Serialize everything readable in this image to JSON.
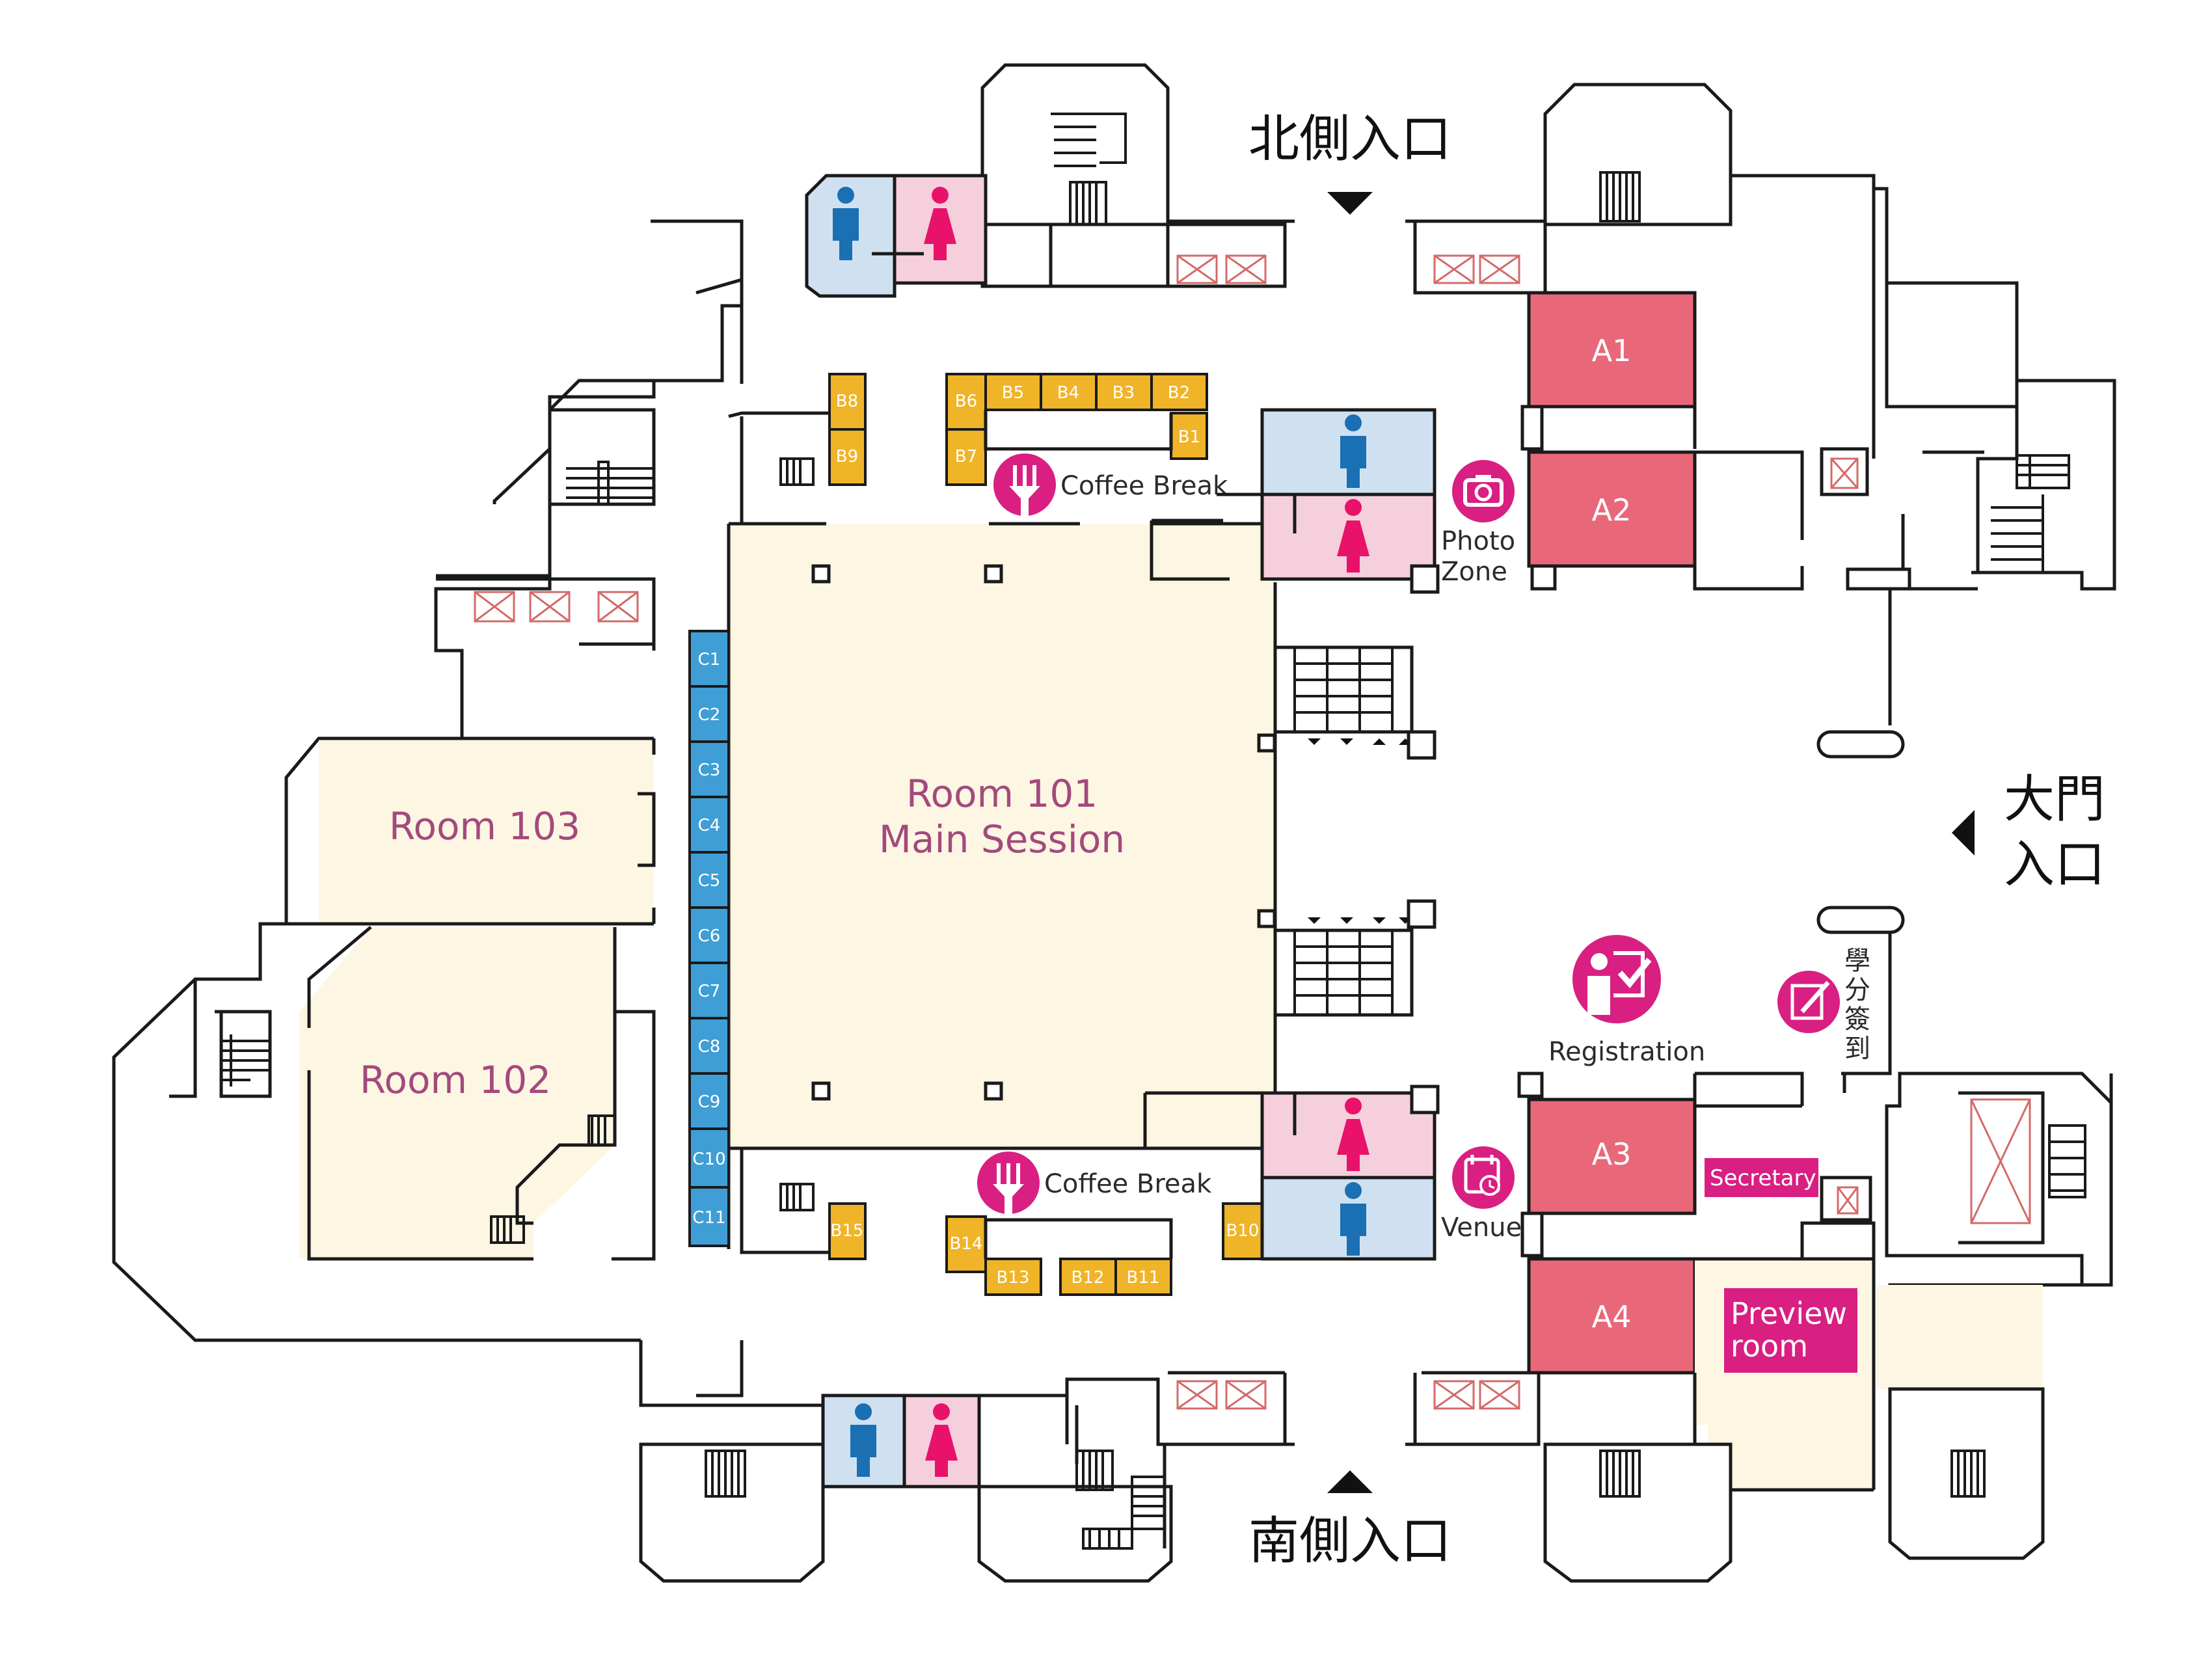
{
  "entrances": {
    "north": "北側入口",
    "south": "南側入口",
    "main_line1": "大門",
    "main_line2": "入口"
  },
  "rooms": {
    "room101_line1": "Room 101",
    "room101_line2": "Main Session",
    "room102": "Room 102",
    "room103": "Room 103",
    "a1": "A1",
    "a2": "A2",
    "a3": "A3",
    "a4": "A4",
    "preview_line1": "Preview",
    "preview_line2": "room",
    "secretary": "Secretary"
  },
  "facilities": {
    "coffee_break_top": "Coffee Break",
    "coffee_break_bottom": "Coffee Break",
    "photo_line1": "Photo",
    "photo_line2": "Zone",
    "venue": "Venue",
    "registration": "Registration",
    "credit_signin": [
      "學",
      "分",
      "簽",
      "到"
    ]
  },
  "booths_b": [
    "B1",
    "B2",
    "B3",
    "B4",
    "B5",
    "B6",
    "B7",
    "B8",
    "B9",
    "B10",
    "B11",
    "B12",
    "B13",
    "B14",
    "B15"
  ],
  "booths_c": [
    "C1",
    "C2",
    "C3",
    "C4",
    "C5",
    "C6",
    "C7",
    "C8",
    "C9",
    "C10",
    "C11"
  ],
  "icons": [
    "male-restroom-icon",
    "female-restroom-icon",
    "fork-icon",
    "camera-icon",
    "registration-icon",
    "calendar-clock-icon",
    "pen-edit-icon",
    "triangle-arrow-icon"
  ],
  "colors": {
    "room_fill": "#fdf6e3",
    "room_label": "#a34a7c",
    "a_room": "#e8687a",
    "booth_b": "#f0b429",
    "booth_c": "#3f9ed6",
    "male": "#cfe1f1",
    "female": "#f6cfdc",
    "accent": "#d91f82"
  }
}
